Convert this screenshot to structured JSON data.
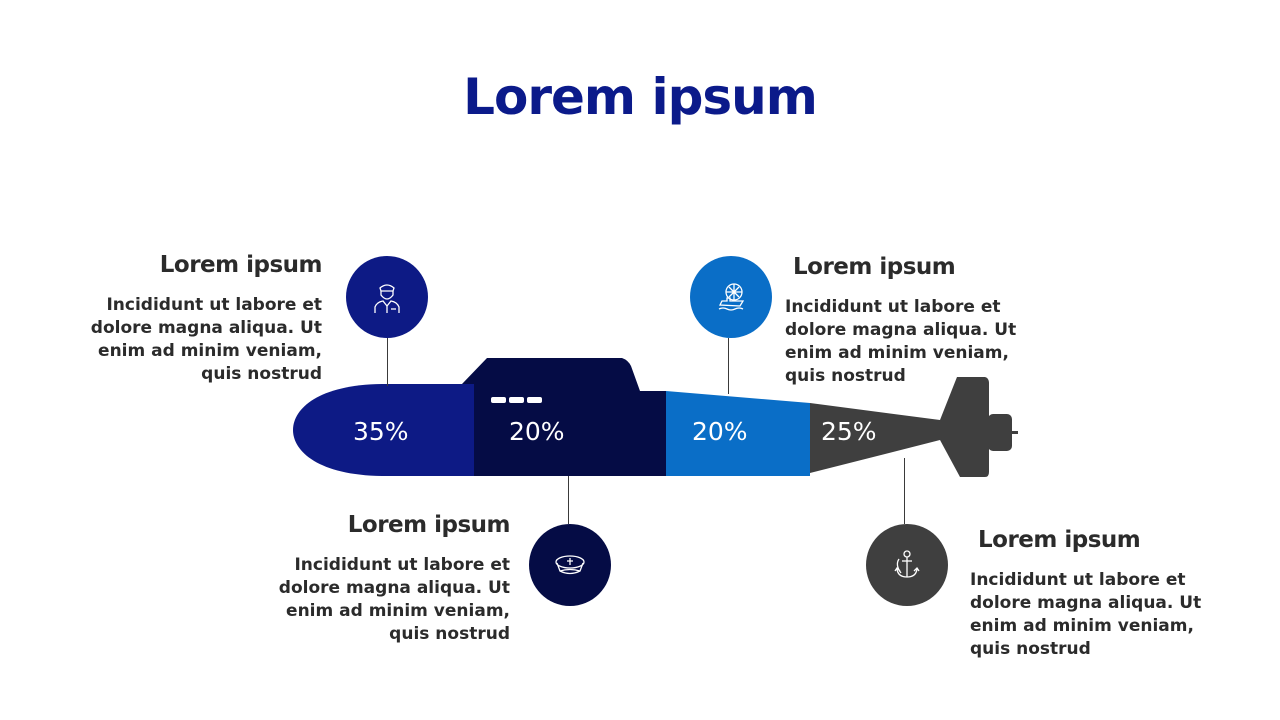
{
  "title": "Lorem ipsum",
  "colors": {
    "navy": "#0d1a85",
    "dark_navy": "#050c45",
    "blue": "#0a6ec7",
    "gray": "#3f3f3f"
  },
  "segments": [
    {
      "value": "35%",
      "color": "#0d1a85"
    },
    {
      "value": "20%",
      "color": "#050c45"
    },
    {
      "value": "20%",
      "color": "#0a6ec7"
    },
    {
      "value": "25%",
      "color": "#3f3f3f"
    }
  ],
  "callouts": [
    {
      "heading": "Lorem ipsum",
      "lines": [
        "Incididunt ut labore et",
        "dolore magna aliqua. Ut",
        "enim ad minim veniam,",
        "quis nostrud"
      ],
      "icon": "sailor-icon"
    },
    {
      "heading": "Lorem ipsum",
      "lines": [
        "Incididunt ut labore et",
        "dolore magna aliqua. Ut",
        "enim ad minim veniam,",
        "quis nostrud"
      ],
      "icon": "captain-hat-icon"
    },
    {
      "heading": "Lorem ipsum",
      "lines": [
        "Incididunt ut labore et",
        "dolore magna aliqua. Ut",
        "enim ad minim veniam,",
        "quis nostrud"
      ],
      "icon": "ship-icon"
    },
    {
      "heading": "Lorem ipsum",
      "lines": [
        "Incididunt ut labore et",
        "dolore magna aliqua. Ut",
        "enim ad minim veniam,",
        "quis nostrud"
      ],
      "icon": "anchor-icon"
    }
  ]
}
